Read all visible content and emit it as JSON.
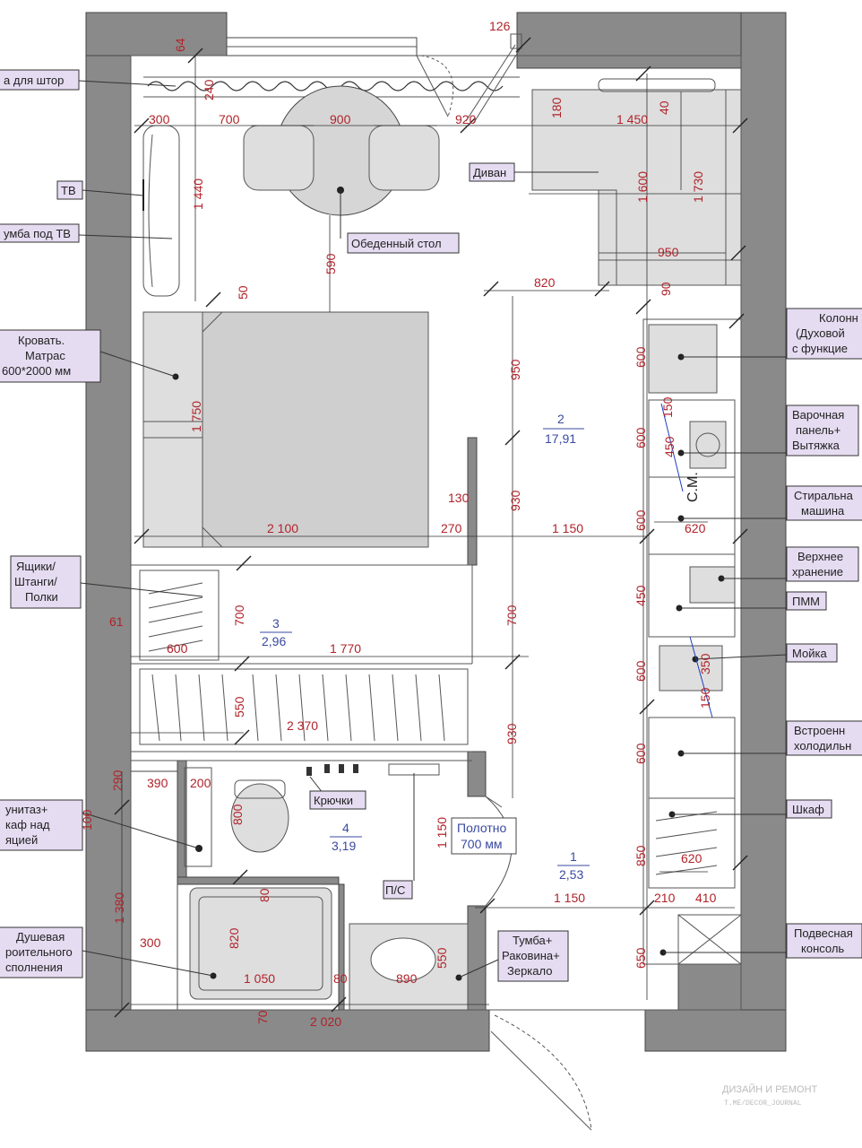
{
  "rooms": [
    {
      "number": "2",
      "area": "17,91"
    },
    {
      "number": "3",
      "area": "2,96"
    },
    {
      "number": "4",
      "area": "3,19"
    },
    {
      "number": "1",
      "area": "2,53"
    }
  ],
  "labels": {
    "curtain": "а для штор",
    "tv": "ТВ",
    "tv_stand": "умба под ТВ",
    "bed_1": "Кровать.",
    "bed_2": "Матрас",
    "bed_3": "600*2000 мм",
    "drawers_1": "Ящики/",
    "drawers_2": "Штанги/",
    "drawers_3": "Полки",
    "toilet_1": "унитаз+",
    "toilet_2": "каф над",
    "toilet_3": "яцией",
    "shower_1": "Душевая",
    "shower_2": "роительного",
    "shower_3": "сполнения",
    "sofa": "Диван",
    "dining": "Обеденный стол",
    "column_1": "Колонн",
    "column_2": "(Духовой",
    "column_3": "с функцие",
    "hob_1": "Варочная",
    "hob_2": "панель+",
    "hob_3": "Вытяжка",
    "washer_1": "Стиральна",
    "washer_2": "машина",
    "upper": "Верхнее",
    "upper_2": "хранение",
    "dishwasher": "ПММ",
    "sink": "Мойка",
    "fridge_1": "Встроенн",
    "fridge_2": "холодильн",
    "wardrobe": "Шкаф",
    "console_1": "Подвесная",
    "console_2": "консоль",
    "hooks": "Крючки",
    "door_1": "Полотно",
    "door_2": "700 мм",
    "ps": "П/С",
    "vanity_1": "Тумба+",
    "vanity_2": "Раковина+",
    "vanity_3": "Зеркало",
    "sm": "С.М.",
    "watermark_1": "ДИЗАЙН И РЕМОНТ",
    "watermark_2": "T.ME/DECOR_JOURNAL"
  },
  "dimensions": {
    "d64": "64",
    "d126": "126",
    "d240": "240",
    "d300": "300",
    "d700": "700",
    "d900": "900",
    "d920": "920",
    "d180": "180",
    "d1450": "1 450",
    "d40": "40",
    "d1440": "1 440",
    "d1600": "1 600",
    "d1730": "1 730",
    "d590": "590",
    "d950a": "950",
    "d50": "50",
    "d820": "820",
    "d90": "90",
    "d950b": "950",
    "d600a": "600",
    "d150a": "150",
    "d450a": "450",
    "d600b": "600",
    "d1750": "1 750",
    "d130": "130",
    "d930a": "930",
    "d2100": "2 100",
    "d270": "270",
    "d1150a": "1 150",
    "d600c": "600",
    "d620a": "620",
    "d700a": "700",
    "d450b": "450",
    "d700b": "700",
    "d61": "61",
    "d600d": "600",
    "d1770": "1 770",
    "d600e": "600",
    "d350": "350",
    "d150b": "150",
    "d550a": "550",
    "d2370": "2 370",
    "d930b": "930",
    "d600f": "600",
    "d290": "290",
    "d390": "390",
    "d200": "200",
    "d100": "100",
    "d800": "800",
    "d1150b": "1 150",
    "d850": "850",
    "d620b": "620",
    "d80a": "80",
    "d1150c": "1 150",
    "d210": "210",
    "d410": "410",
    "d1380": "1 380",
    "d820b": "820",
    "d300b": "300",
    "d1050": "1 050",
    "d80b": "80",
    "d890": "890",
    "d550b": "550",
    "d650": "650",
    "d70": "70",
    "d2020": "2 020"
  }
}
